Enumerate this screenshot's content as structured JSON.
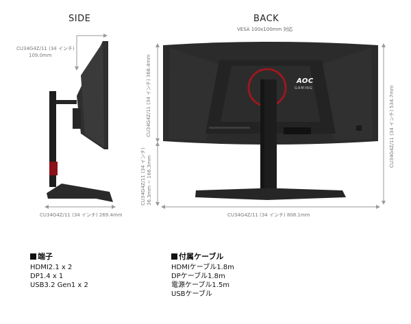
{
  "side": {
    "title": "SIDE",
    "depth_label": "CU34G4Z/11 (34 インチ)",
    "depth_value": "109.0mm",
    "base_depth": "CU34G4Z/11 (34 インチ) 269.4mm"
  },
  "back": {
    "title": "BACK",
    "vesa": "VESA 100x100mm 対応",
    "panel_height": "CU34G4Z/11 (34 インチ) 368.4mm",
    "stand_range": "CU34G4Z/11 (34 インチ)",
    "stand_range_value": "36.3mm ~ 166.3mm",
    "total_height": "CU34G4Z/11 (34 インチ) 534.7mm",
    "width": "CU34G4Z/11 (34 インチ) 808.1mm",
    "logo": "AOC",
    "logo_sub": "GAMING"
  },
  "ports": {
    "title": "端子",
    "items": [
      "HDMI2.1 x 2",
      "DP1.4 x 1",
      "USB3.2 Gen1 x 2"
    ]
  },
  "accessories": {
    "title": "付属ケーブル",
    "items": [
      "HDMIケーブル1.8m",
      "DPケーブル1.8m",
      "電源ケーブル1.5m",
      "USBケーブル"
    ]
  },
  "colors": {
    "accent": "#c0141e",
    "body": "#2b2b2b",
    "dimline": "#999999"
  }
}
